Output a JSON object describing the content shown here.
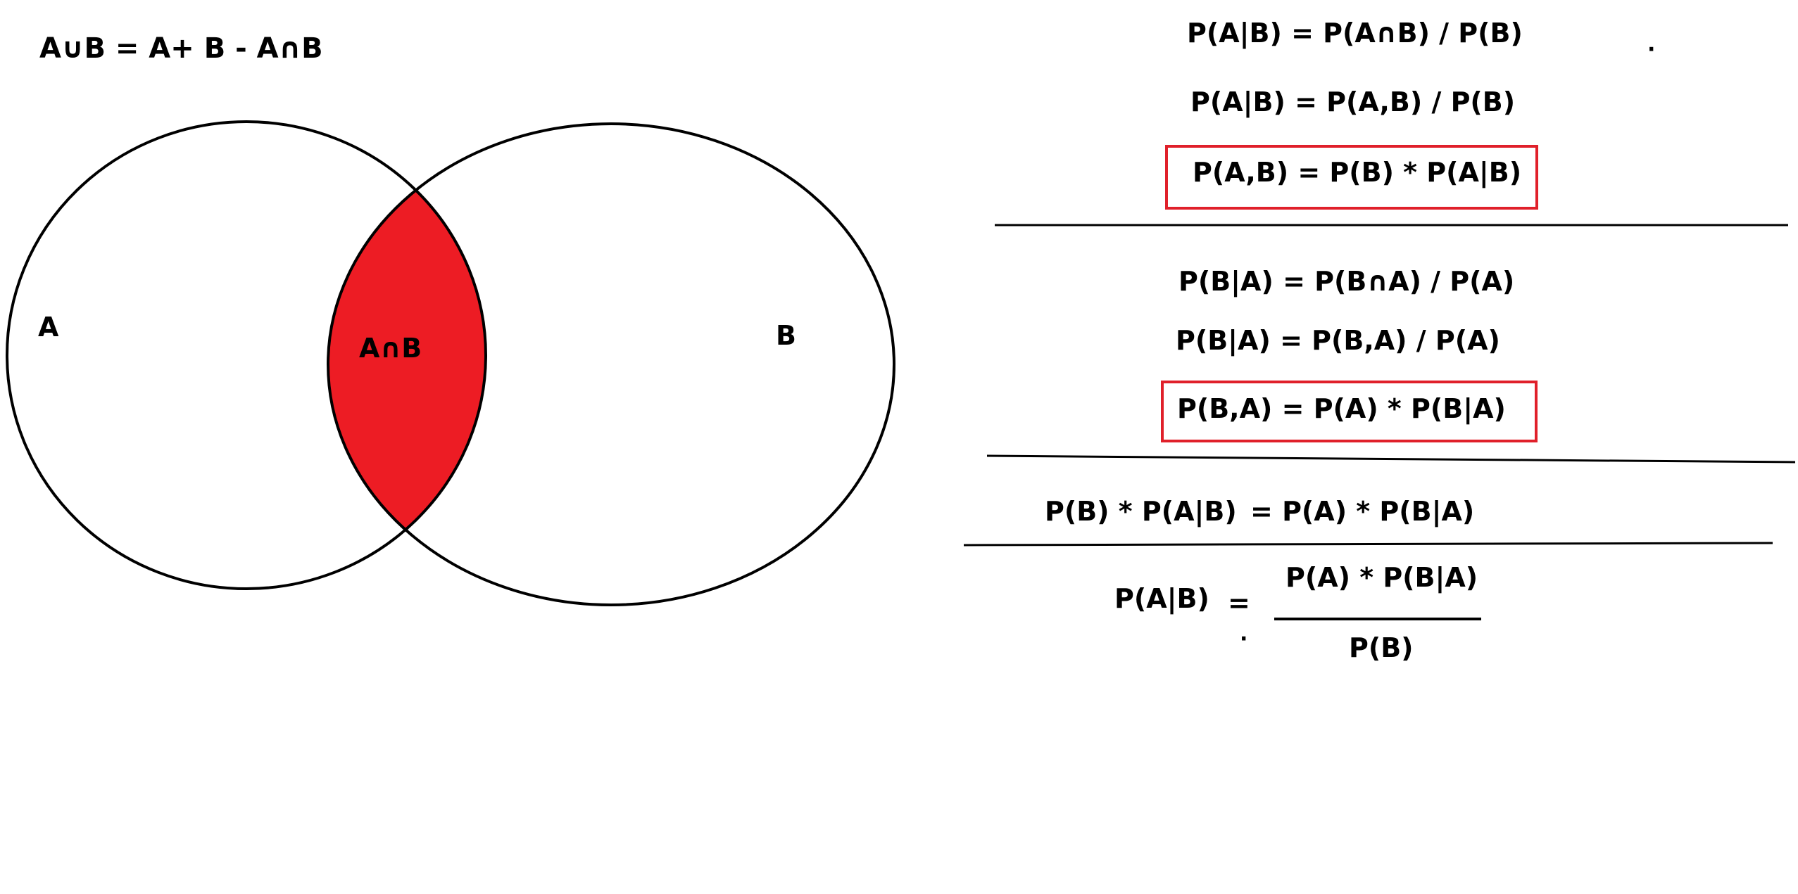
{
  "colors": {
    "background": "#ffffff",
    "ink": "#000000",
    "intersection_fill": "#ed1c24",
    "highlight_box": "#e0202a"
  },
  "union_formula": "A∪B = A+ B - A∩B",
  "venn": {
    "set_a_label": "A",
    "set_b_label": "B",
    "intersection_label": "A∩B"
  },
  "equations": {
    "a_given_b": [
      "P(A|B) = P(A∩B) / P(B)",
      "P(A|B) = P(A,B) / P(B)",
      "P(A,B) = P(B) * P(A|B)"
    ],
    "b_given_a": [
      "P(B|A) = P(B∩A) / P(A)",
      "P(B|A) = P(B,A) / P(A)",
      "P(B,A) = P(A) * P(B|A)"
    ],
    "combined": {
      "left": "P(B) * P(A|B)",
      "right": "= P(A) * P(B|A)"
    },
    "bayes": {
      "lhs": "P(A|B)",
      "equals": "=",
      "numerator": "P(A) * P(B|A)",
      "denominator": "P(B)"
    }
  }
}
